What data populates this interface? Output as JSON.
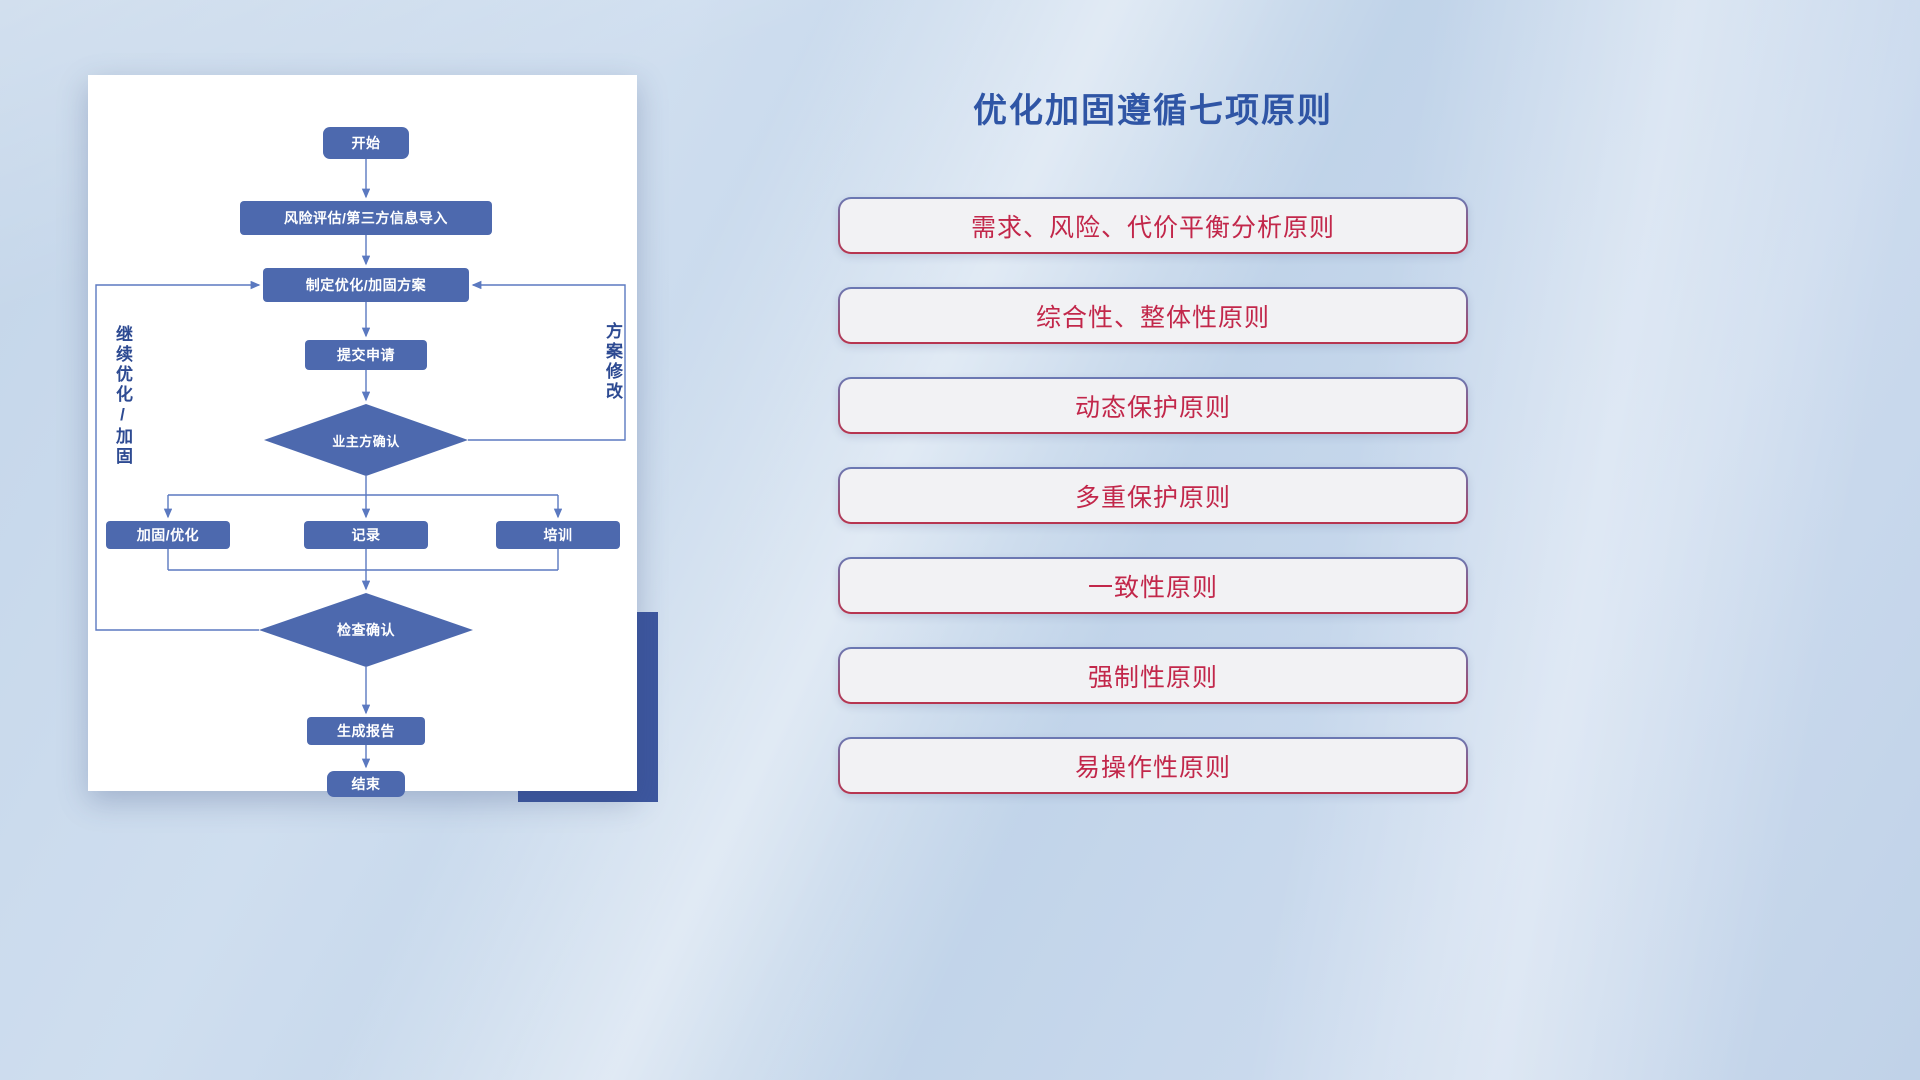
{
  "slide": {
    "flowchart": {
      "nodes": {
        "start": "开始",
        "risk_import": "风险评估/第三方信息导入",
        "make_plan": "制定优化/加固方案",
        "submit": "提交申请",
        "owner_confirm": "业主方确认",
        "reinforce": "加固/优化",
        "record": "记录",
        "training": "培训",
        "check_confirm": "检查确认",
        "report": "生成报告",
        "end": "结束"
      },
      "side_labels": {
        "continue_optimize": "继续优化/加固",
        "plan_modify": "方案修改"
      },
      "colors": {
        "node_fill": "#4d69ae",
        "connector": "#5b79c0",
        "side_label_text": "#2d4a92",
        "accent_block": "#3d579f"
      }
    },
    "principles": {
      "title": "优化加固遵循七项原则",
      "items": [
        "需求、风险、代价平衡分析原则",
        "综合性、整体性原则",
        "动态保护原则",
        "多重保护原则",
        "一致性原则",
        "强制性原则",
        "易操作性原则"
      ],
      "colors": {
        "title": "#2f55a5",
        "item_text": "#c2274a",
        "box_bg": "#f2f2f4",
        "border_top": "#6a79b4",
        "border_bottom": "#b8344e"
      }
    }
  }
}
